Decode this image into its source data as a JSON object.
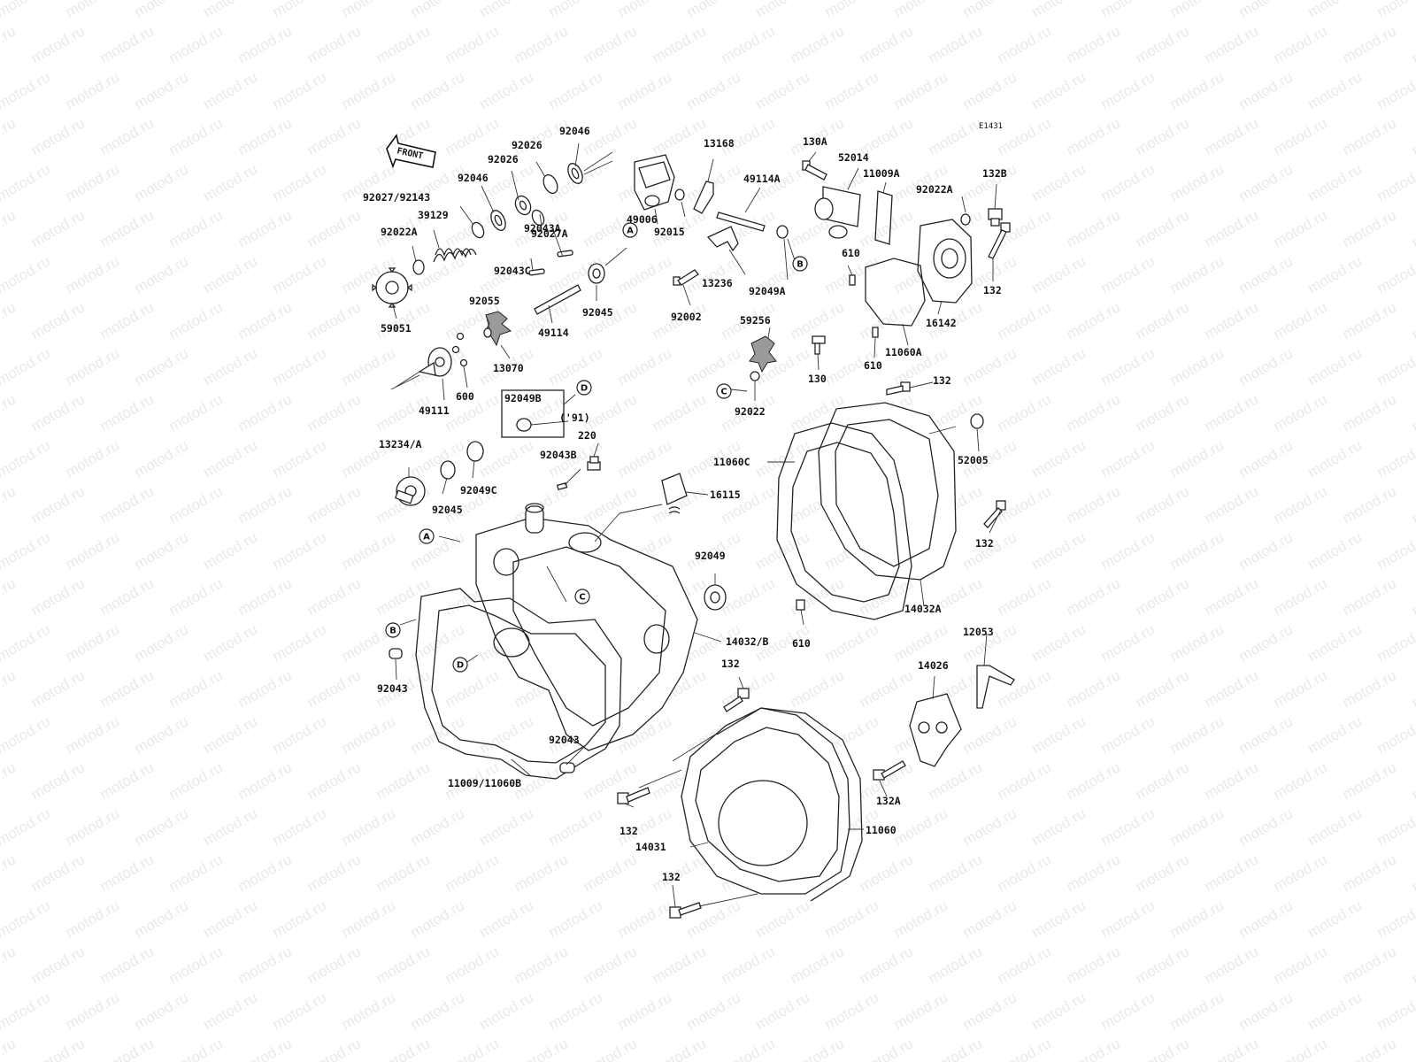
{
  "diagram": {
    "code": "E1431",
    "front_label": "FRONT",
    "watermark": "motod.ru",
    "year_note": "('91)",
    "parts": [
      {
        "label": "92046"
      },
      {
        "label": "92026"
      },
      {
        "label": "92026"
      },
      {
        "label": "92046"
      },
      {
        "label": "92027/92143"
      },
      {
        "label": "39129"
      },
      {
        "label": "92022A"
      },
      {
        "label": "92027A"
      },
      {
        "label": "92043A"
      },
      {
        "label": "92043C"
      },
      {
        "label": "59051"
      },
      {
        "label": "92055"
      },
      {
        "label": "49114"
      },
      {
        "label": "13070"
      },
      {
        "label": "600"
      },
      {
        "label": "49111"
      },
      {
        "label": "49006"
      },
      {
        "label": "92015"
      },
      {
        "label": "13168"
      },
      {
        "label": "92045"
      },
      {
        "label": "49114A"
      },
      {
        "label": "13236"
      },
      {
        "label": "92002"
      },
      {
        "label": "92049A"
      },
      {
        "label": "130A"
      },
      {
        "label": "52014"
      },
      {
        "label": "11009A"
      },
      {
        "label": "92022A"
      },
      {
        "label": "132B"
      },
      {
        "label": "610"
      },
      {
        "label": "132"
      },
      {
        "label": "16142"
      },
      {
        "label": "11060A"
      },
      {
        "label": "610"
      },
      {
        "label": "59256"
      },
      {
        "label": "130"
      },
      {
        "label": "92022"
      },
      {
        "label": "132"
      },
      {
        "label": "52005"
      },
      {
        "label": "11060C"
      },
      {
        "label": "92049B"
      },
      {
        "label": "220"
      },
      {
        "label": "92043B"
      },
      {
        "label": "13234/A"
      },
      {
        "label": "92049C"
      },
      {
        "label": "92045"
      },
      {
        "label": "16115"
      },
      {
        "label": "132"
      },
      {
        "label": "92049"
      },
      {
        "label": "14032A"
      },
      {
        "label": "610"
      },
      {
        "label": "14032/B"
      },
      {
        "label": "92043"
      },
      {
        "label": "132"
      },
      {
        "label": "92043"
      },
      {
        "label": "11009/11060B"
      },
      {
        "label": "12053"
      },
      {
        "label": "14026"
      },
      {
        "label": "132A"
      },
      {
        "label": "132"
      },
      {
        "label": "11060"
      },
      {
        "label": "14031"
      },
      {
        "label": "132"
      }
    ],
    "callouts": [
      {
        "letter": "A"
      },
      {
        "letter": "B"
      },
      {
        "letter": "C"
      },
      {
        "letter": "D"
      },
      {
        "letter": "A"
      },
      {
        "letter": "B"
      },
      {
        "letter": "C"
      },
      {
        "letter": "D"
      }
    ]
  }
}
